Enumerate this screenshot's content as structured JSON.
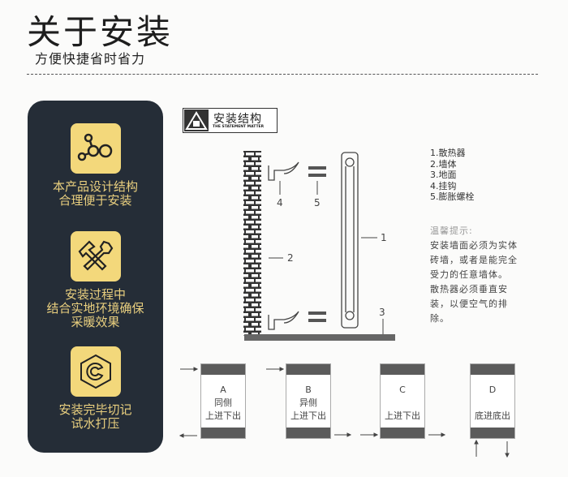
{
  "header": {
    "title": "关于安装",
    "subtitle": "方便快捷省时省力"
  },
  "features": [
    {
      "icon": "molecule-icon",
      "text": [
        "本产品设计结构",
        "合理便于安装"
      ]
    },
    {
      "icon": "tools-icon",
      "text": [
        "安装过程中",
        "结合实地环境确保",
        "采暖效果"
      ]
    },
    {
      "icon": "hex-wrench-icon",
      "text": [
        "安装完毕切记",
        "试水打压"
      ]
    }
  ],
  "badge": {
    "title": "安装结构",
    "subtitle": "THE STATEMENT MATTER"
  },
  "diagram_labels": [
    "1",
    "2",
    "3",
    "4",
    "5"
  ],
  "legend": [
    "1.散热器",
    "2.墙体",
    "3.地面",
    "4.挂钩",
    "5.膨胀螺栓"
  ],
  "tip": {
    "heading": "温馨提示:",
    "lines": [
      "安装墙面必须为实体砖墙，或者是能完全受力的任意墙体。",
      "散热器必须垂直安装，以便空气的排除。"
    ]
  },
  "modes": [
    {
      "letter": "A",
      "lines": [
        "同侧",
        "上进下出"
      ]
    },
    {
      "letter": "B",
      "lines": [
        "异侧",
        "上进下出"
      ]
    },
    {
      "letter": "C",
      "lines": [
        "",
        "上进下出"
      ]
    },
    {
      "letter": "D",
      "lines": [
        "",
        "底进底出"
      ]
    }
  ],
  "colors": {
    "panel": "#252d37",
    "accent": "#f3d87b"
  }
}
